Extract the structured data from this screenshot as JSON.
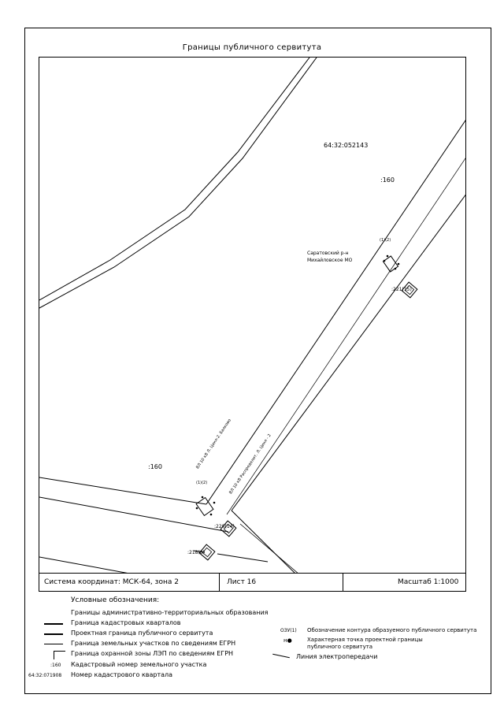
{
  "title": "Границы публичного сервитута",
  "map": {
    "quarter_number": "64:32:052143",
    "parcel_labels": [
      ":160",
      ":160"
    ],
    "region_line1": "Саратовский р-н",
    "region_line2": "Михайловское МО",
    "point_labels": [
      ":221(15)",
      ":220(14)",
      ":218(8)"
    ],
    "contour_labels": [
      "(1)(2)",
      "(1)(2)"
    ],
    "line_labels": [
      "ВЛ 10 кВ Л. Цикл-2. Балково",
      "ВЛ 10 кВ Распределит. Л. Цикл - 2"
    ]
  },
  "footer": {
    "coord_system": "Система координат: МСК-64, зона 2",
    "sheet": "Лист 16",
    "scale": "Масштаб 1:1000"
  },
  "legend": {
    "title": "Условные обозначения:",
    "left_items": [
      "Границы административно-территориальных образования",
      "Граница кадастровых кварталов",
      "Проектная граница публичного сервитута",
      "Граница земельных участков по сведениям ЕГРН",
      "Граница охранной зоны ЛЭП по сведениям ЕГРН",
      "Кадастровый номер земельного участка",
      "Номер кадастрового квартала"
    ],
    "code_parcel": ":160",
    "code_quarter": "64:32:071908",
    "right_code": "ОЗУ(1)",
    "right_items": [
      "Обозначение контура образуемого публичного сервитута",
      "Характерная точка проектной границы публичного сервитута",
      "Линия электропередачи"
    ]
  }
}
